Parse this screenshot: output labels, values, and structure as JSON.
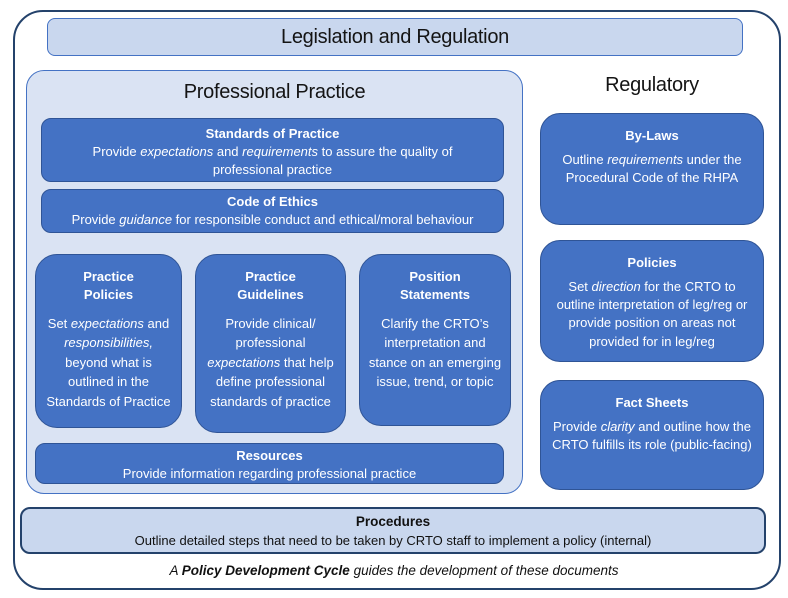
{
  "colors": {
    "box_fill": "#4472C4",
    "box_border": "#2F5496",
    "panel_fill": "#DAE3F3",
    "banner_fill": "#C9D7EE",
    "frame_border": "#24426B",
    "box_text": "#FFFFFF",
    "heading_text": "#141414"
  },
  "title": "Legislation and Regulation",
  "professional_practice": {
    "heading": "Professional Practice",
    "standards_of_practice": {
      "title": "Standards of Practice",
      "body": [
        [
          "n",
          "Provide "
        ],
        [
          "i",
          "expectations"
        ],
        [
          "n",
          " and "
        ],
        [
          "i",
          "requirements"
        ],
        [
          "n",
          " to assure the quality of professional practice"
        ]
      ]
    },
    "code_of_ethics": {
      "title": "Code of Ethics",
      "body": [
        [
          "n",
          "Provide "
        ],
        [
          "i",
          "guidance"
        ],
        [
          "n",
          " for responsible conduct and ethical/moral behaviour"
        ]
      ]
    },
    "practice_policies": {
      "title": "Practice Policies",
      "body": [
        [
          "n",
          "Set "
        ],
        [
          "i",
          "expectations"
        ],
        [
          "n",
          " and "
        ],
        [
          "i",
          "responsibilities,"
        ],
        [
          "n",
          " beyond what is outlined in the Standards of Practice"
        ]
      ]
    },
    "practice_guidelines": {
      "title": "Practice Guidelines",
      "body": [
        [
          "n",
          "Provide clinical/ professional "
        ],
        [
          "i",
          "expectations"
        ],
        [
          "n",
          " that help define professional standards of practice"
        ]
      ]
    },
    "position_statements": {
      "title": "Position Statements",
      "body": [
        [
          "n",
          "Clarify the CRTO’s interpretation and stance on an emerging issue, trend, or topic"
        ]
      ]
    },
    "resources": {
      "title": "Resources",
      "body": [
        [
          "n",
          "Provide information regarding professional practice"
        ]
      ]
    }
  },
  "regulatory": {
    "heading": "Regulatory",
    "by_laws": {
      "title": "By-Laws",
      "body": [
        [
          "n",
          "Outline "
        ],
        [
          "i",
          "requirements"
        ],
        [
          "n",
          " under the Procedural Code of the RHPA"
        ]
      ]
    },
    "policies": {
      "title": "Policies",
      "body": [
        [
          "n",
          "Set "
        ],
        [
          "i",
          "direction"
        ],
        [
          "n",
          " for the CRTO to outline interpretation of leg/reg or provide position on areas not provided for in leg/reg"
        ]
      ]
    },
    "fact_sheets": {
      "title": "Fact Sheets",
      "body": [
        [
          "n",
          "Provide "
        ],
        [
          "i",
          "clarity"
        ],
        [
          "n",
          " and outline how the CRTO fulfills its role (public-facing)"
        ]
      ]
    }
  },
  "procedures": {
    "title": "Procedures",
    "body": [
      [
        "n",
        "Outline detailed steps that need to be taken by CRTO staff to implement a policy (internal)"
      ]
    ]
  },
  "footer": [
    [
      "i",
      "A "
    ],
    [
      "bi",
      "Policy Development Cycle"
    ],
    [
      "i",
      " guides the development of these documents"
    ]
  ]
}
